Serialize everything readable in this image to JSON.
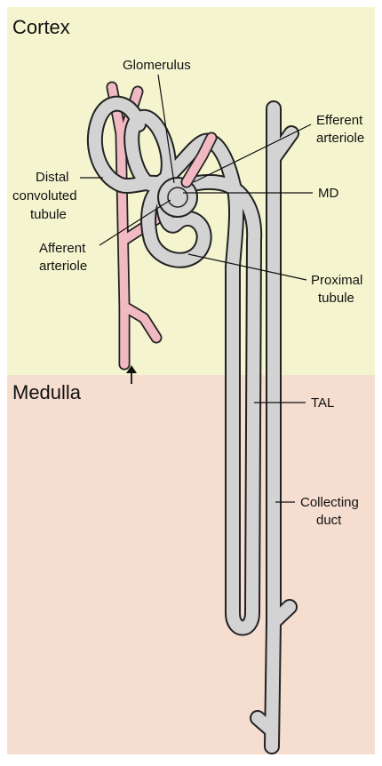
{
  "regions": {
    "cortex": "Cortex",
    "medulla": "Medulla"
  },
  "labels": {
    "glomerulus": "Glomerulus",
    "efferent_1": "Efferent",
    "efferent_2": "arteriole",
    "distal_1": "Distal",
    "distal_2": "convoluted",
    "distal_3": "tubule",
    "md": "MD",
    "afferent_1": "Afferent",
    "afferent_2": "arteriole",
    "proximal_1": "Proximal",
    "proximal_2": "tubule",
    "tal": "TAL",
    "collecting_1": "Collecting",
    "collecting_2": "duct"
  },
  "colors": {
    "cortex_bg": "#f4f5cf",
    "medulla_bg": "#f5ddd0",
    "tubule_fill": "#d3d3d3",
    "vessel_fill": "#f1b9c1",
    "outline": "#222222"
  },
  "flow_arrow_icon": "up-arrow-icon"
}
